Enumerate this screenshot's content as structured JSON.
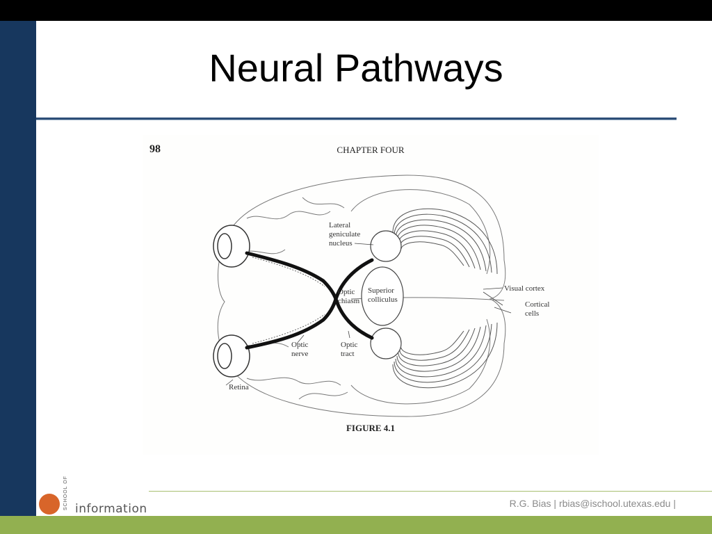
{
  "slide": {
    "title": "Neural Pathways",
    "footer": "R.G. Bias | rbias@ischool.utexas.edu |"
  },
  "figure": {
    "page_number": "98",
    "chapter": "CHAPTER FOUR",
    "caption": "FIGURE 4.1",
    "labels": {
      "lgn_line1": "Lateral",
      "lgn_line2": "geniculate",
      "lgn_line3": "nucleus",
      "chiasm_line1": "Optic",
      "chiasm_line2": "chiasm",
      "colliculus_line1": "Superior",
      "colliculus_line2": "colliculus",
      "visual_cortex": "Visual cortex",
      "cortical_line1": "Cortical",
      "cortical_line2": "cells",
      "nerve_line1": "Optic",
      "nerve_line2": "nerve",
      "tract_line1": "Optic",
      "tract_line2": "tract",
      "retina": "Retina"
    }
  },
  "logo": {
    "school": "SCHOOL OF",
    "name": "information"
  },
  "colors": {
    "left_bar": "#17375e",
    "bottom_bar": "#92b050",
    "title_rule": "#2e4f78",
    "logo_accent": "#d8652a"
  }
}
